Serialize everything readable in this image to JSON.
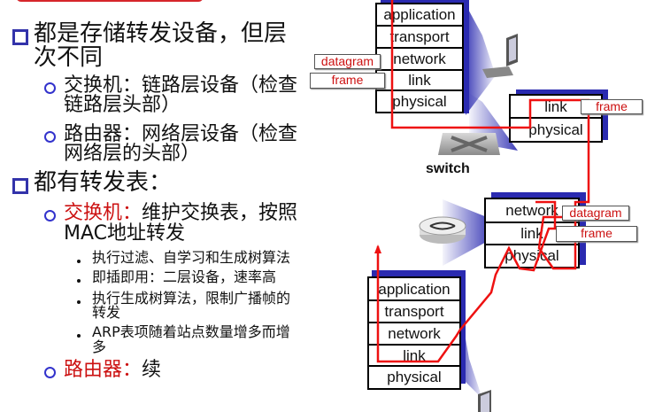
{
  "slide": {
    "bullets": [
      {
        "text_line1": "都是存储转发设备，但层",
        "text_line2": "次不同",
        "subs": [
          {
            "line1": "交换机：链路层设备（检查",
            "line2": "链路层头部）"
          },
          {
            "line1": "路由器：网络层设备（检查",
            "line2": "网络层的头部）"
          }
        ]
      },
      {
        "text_line1": "都有转发表：",
        "subs": [
          {
            "label": "交换机：",
            "line1_rest": "维护交换表，按照",
            "line2": "MAC地址转发",
            "points": [
              {
                "line1": "执行过滤、自学习和生成树算法"
              },
              {
                "line1": "即插即用：二层设备，速率高"
              },
              {
                "line1": "执行生成树算法，限制广播帧的",
                "line2": "转发"
              },
              {
                "line1": "ARP表项随着站点数量增多而增",
                "line2": "多"
              }
            ]
          },
          {
            "label": "路由器：",
            "rest": "续"
          }
        ]
      }
    ]
  },
  "diagram": {
    "host_top": {
      "layers": [
        "application",
        "transport",
        "network",
        "link",
        "physical"
      ]
    },
    "switch": {
      "layers": [
        "link",
        "physical"
      ],
      "label": "switch"
    },
    "router": {
      "layers": [
        "network",
        "link",
        "physical"
      ]
    },
    "host_bottom": {
      "layers": [
        "application",
        "transport",
        "network",
        "link",
        "physical"
      ]
    },
    "tags": {
      "datagram": "datagram",
      "frame": "frame"
    }
  },
  "colors": {
    "accent_red": "#cc1111",
    "bullet_blue": "#3333aa",
    "shadow_blue": "#2a2ab0"
  }
}
